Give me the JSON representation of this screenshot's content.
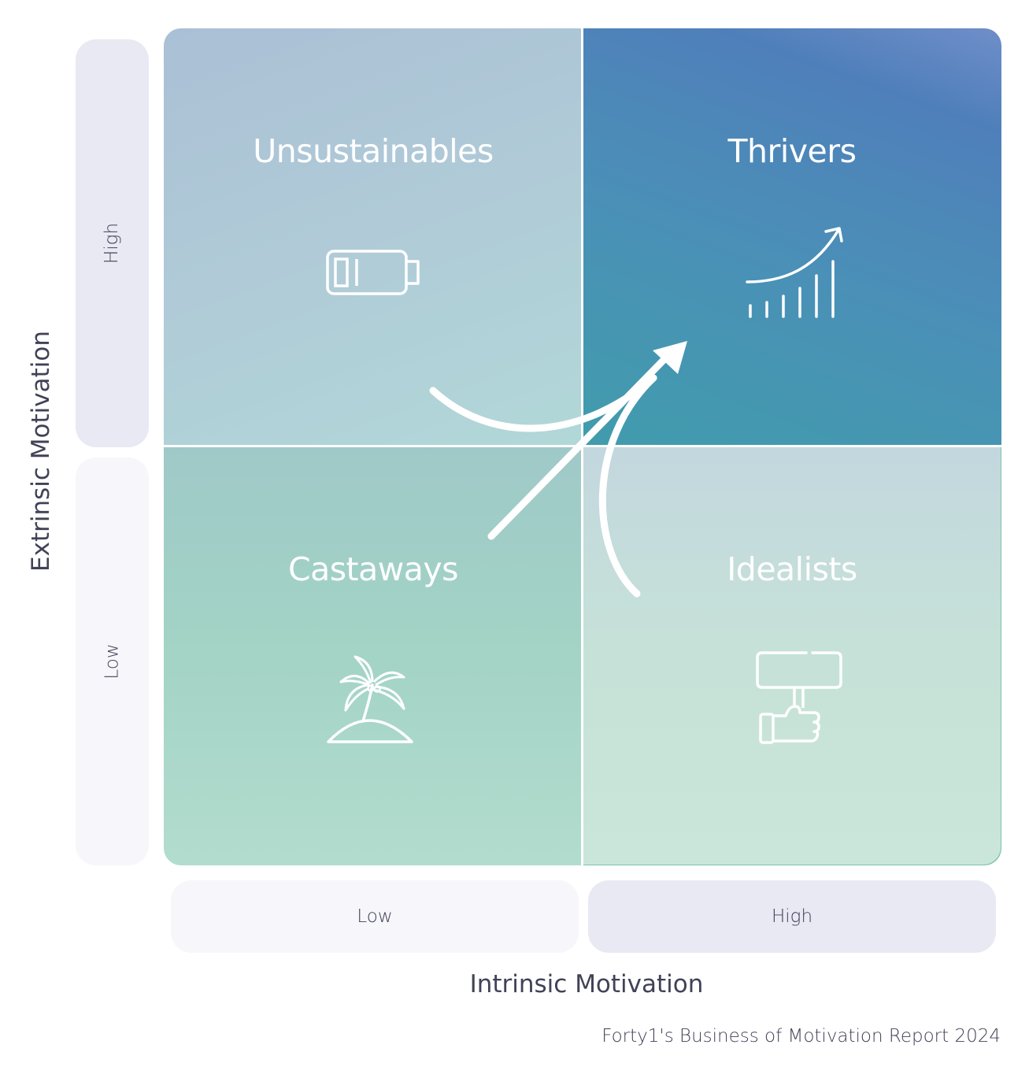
{
  "quadrants": {
    "top_left": {
      "title": "Unsustainables",
      "icon": "battery-low-icon"
    },
    "top_right": {
      "title": "Thrivers",
      "icon": "growth-chart-icon"
    },
    "bottom_left": {
      "title": "Castaways",
      "icon": "palm-island-icon"
    },
    "bottom_right": {
      "title": "Idealists",
      "icon": "protest-sign-icon"
    }
  },
  "y_axis": {
    "title": "Extrinsic Motivation",
    "high_label": "High",
    "low_label": "Low"
  },
  "x_axis": {
    "title": "Intrinsic Motivation",
    "low_label": "Low",
    "high_label": "High"
  },
  "source": "Forty1's Business of Motivation Report 2024",
  "colors": {
    "thrivers": "#4a8fb8",
    "unsustainables": "#b0c8d8",
    "castaways": "#a3d3c6",
    "idealists": "#c6e0d9",
    "pill_dark": "#e8e9f3",
    "pill_light": "#f6f6fb",
    "text": "#414257"
  }
}
